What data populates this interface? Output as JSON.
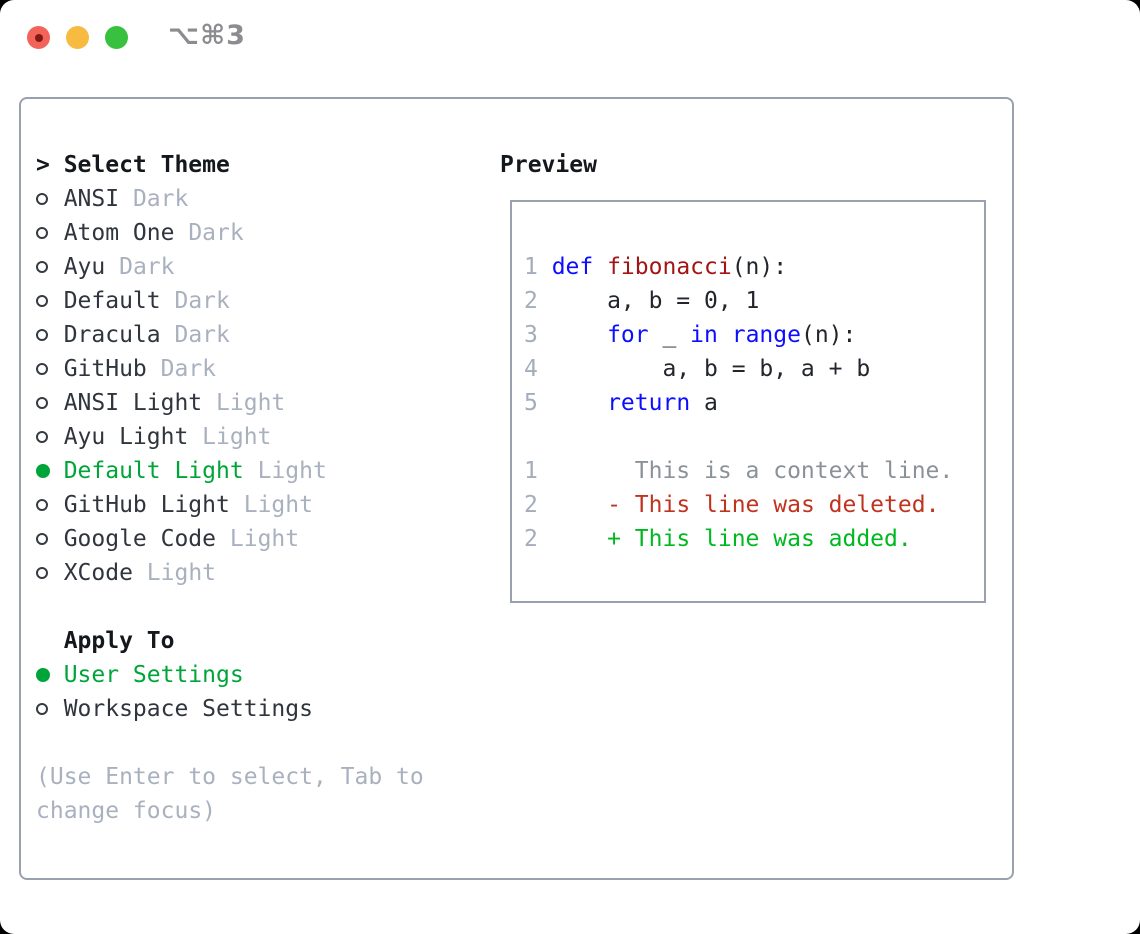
{
  "titlebar": {
    "title": "⌥⌘3"
  },
  "theme_selector": {
    "cursor": ">",
    "title": "Select Theme",
    "themes": [
      {
        "name": "ANSI",
        "variant": "Dark",
        "selected": false
      },
      {
        "name": "Atom One",
        "variant": "Dark",
        "selected": false
      },
      {
        "name": "Ayu",
        "variant": "Dark",
        "selected": false
      },
      {
        "name": "Default",
        "variant": "Dark",
        "selected": false
      },
      {
        "name": "Dracula",
        "variant": "Dark",
        "selected": false
      },
      {
        "name": "GitHub",
        "variant": "Dark",
        "selected": false
      },
      {
        "name": "ANSI Light",
        "variant": "Light",
        "selected": false
      },
      {
        "name": "Ayu Light",
        "variant": "Light",
        "selected": false
      },
      {
        "name": "Default Light",
        "variant": "Light",
        "selected": true
      },
      {
        "name": "GitHub Light",
        "variant": "Light",
        "selected": false
      },
      {
        "name": "Google Code",
        "variant": "Light",
        "selected": false
      },
      {
        "name": "XCode",
        "variant": "Light",
        "selected": false
      }
    ]
  },
  "apply_to": {
    "title": "Apply To",
    "options": [
      {
        "name": "User Settings",
        "selected": true
      },
      {
        "name": "Workspace Settings",
        "selected": false
      }
    ]
  },
  "help": {
    "line1": "(Use Enter to select, Tab to",
    "line2": "change focus)"
  },
  "preview": {
    "title": "Preview",
    "code_lines": [
      {
        "num": "1",
        "segments": [
          {
            "text": "def ",
            "color": "keyword"
          },
          {
            "text": "fibonacci",
            "color": "function"
          },
          {
            "text": "(n):",
            "color": "plain"
          }
        ]
      },
      {
        "num": "2",
        "segments": [
          {
            "text": "    a, b = 0, 1",
            "color": "plain"
          }
        ]
      },
      {
        "num": "3",
        "segments": [
          {
            "text": "    ",
            "color": "plain"
          },
          {
            "text": "for",
            "color": "keyword"
          },
          {
            "text": " _ ",
            "color": "plain"
          },
          {
            "text": "in",
            "color": "keyword"
          },
          {
            "text": " ",
            "color": "plain"
          },
          {
            "text": "range",
            "color": "keyword"
          },
          {
            "text": "(n):",
            "color": "plain"
          }
        ]
      },
      {
        "num": "4",
        "segments": [
          {
            "text": "        a, b = b, a + b",
            "color": "plain"
          }
        ]
      },
      {
        "num": "5",
        "segments": [
          {
            "text": "    ",
            "color": "plain"
          },
          {
            "text": "return",
            "color": "keyword"
          },
          {
            "text": " a",
            "color": "plain"
          }
        ]
      },
      {
        "num": "",
        "segments": []
      },
      {
        "num": "1",
        "segments": [
          {
            "text": "      This is a context line.",
            "color": "context"
          }
        ]
      },
      {
        "num": "2",
        "segments": [
          {
            "text": "    ",
            "color": "plain"
          },
          {
            "text": "- This line was deleted.",
            "color": "deleted"
          }
        ]
      },
      {
        "num": "2",
        "segments": [
          {
            "text": "    ",
            "color": "plain"
          },
          {
            "text": "+ This line was added.",
            "color": "added"
          }
        ]
      }
    ]
  },
  "colors": {
    "ui": {
      "text": "#30353d",
      "heading": "#14171c",
      "dim": "#a9b1bf",
      "selected_green": "#00a53a",
      "panel_border": "#99a1af",
      "title_gray": "#8b8b90",
      "traffic_red": "#f3635a",
      "traffic_yellow": "#f6bb40",
      "traffic_green": "#37c13f"
    },
    "syntax": {
      "keyword": "#0d0dff",
      "function": "#a31515",
      "plain": "#22262c",
      "lineno": "#a4adbb",
      "context": "#8b9198",
      "deleted": "#c0331f",
      "added": "#00b820"
    }
  }
}
